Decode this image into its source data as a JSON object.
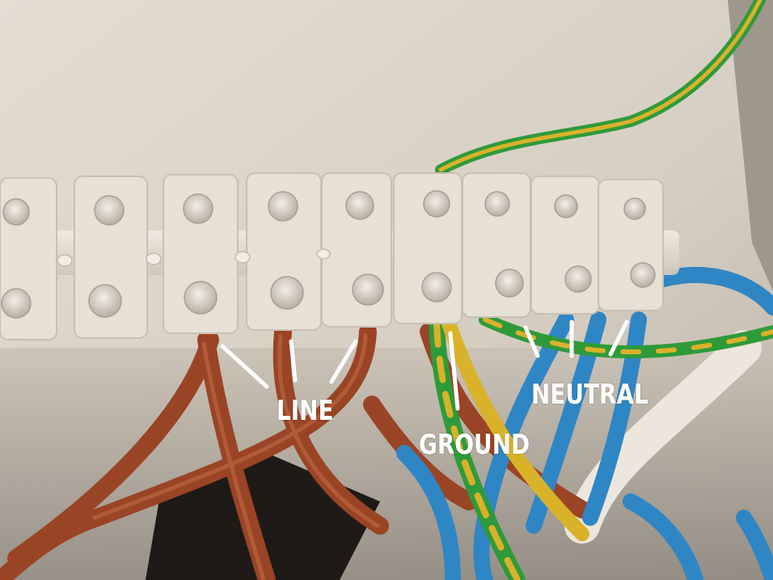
{
  "labels": {
    "line": "LINE",
    "ground": "GROUND",
    "neutral": "NEUTRAL"
  },
  "colors": {
    "wall": "#d8d0c4",
    "terminal": "#e2dbcf",
    "brown_wire": "#9a4426",
    "blue_wire": "#2f86c4",
    "green_wire": "#2f9a3a",
    "yellow_wire": "#d9b22a",
    "annotation": "#ffffff"
  }
}
